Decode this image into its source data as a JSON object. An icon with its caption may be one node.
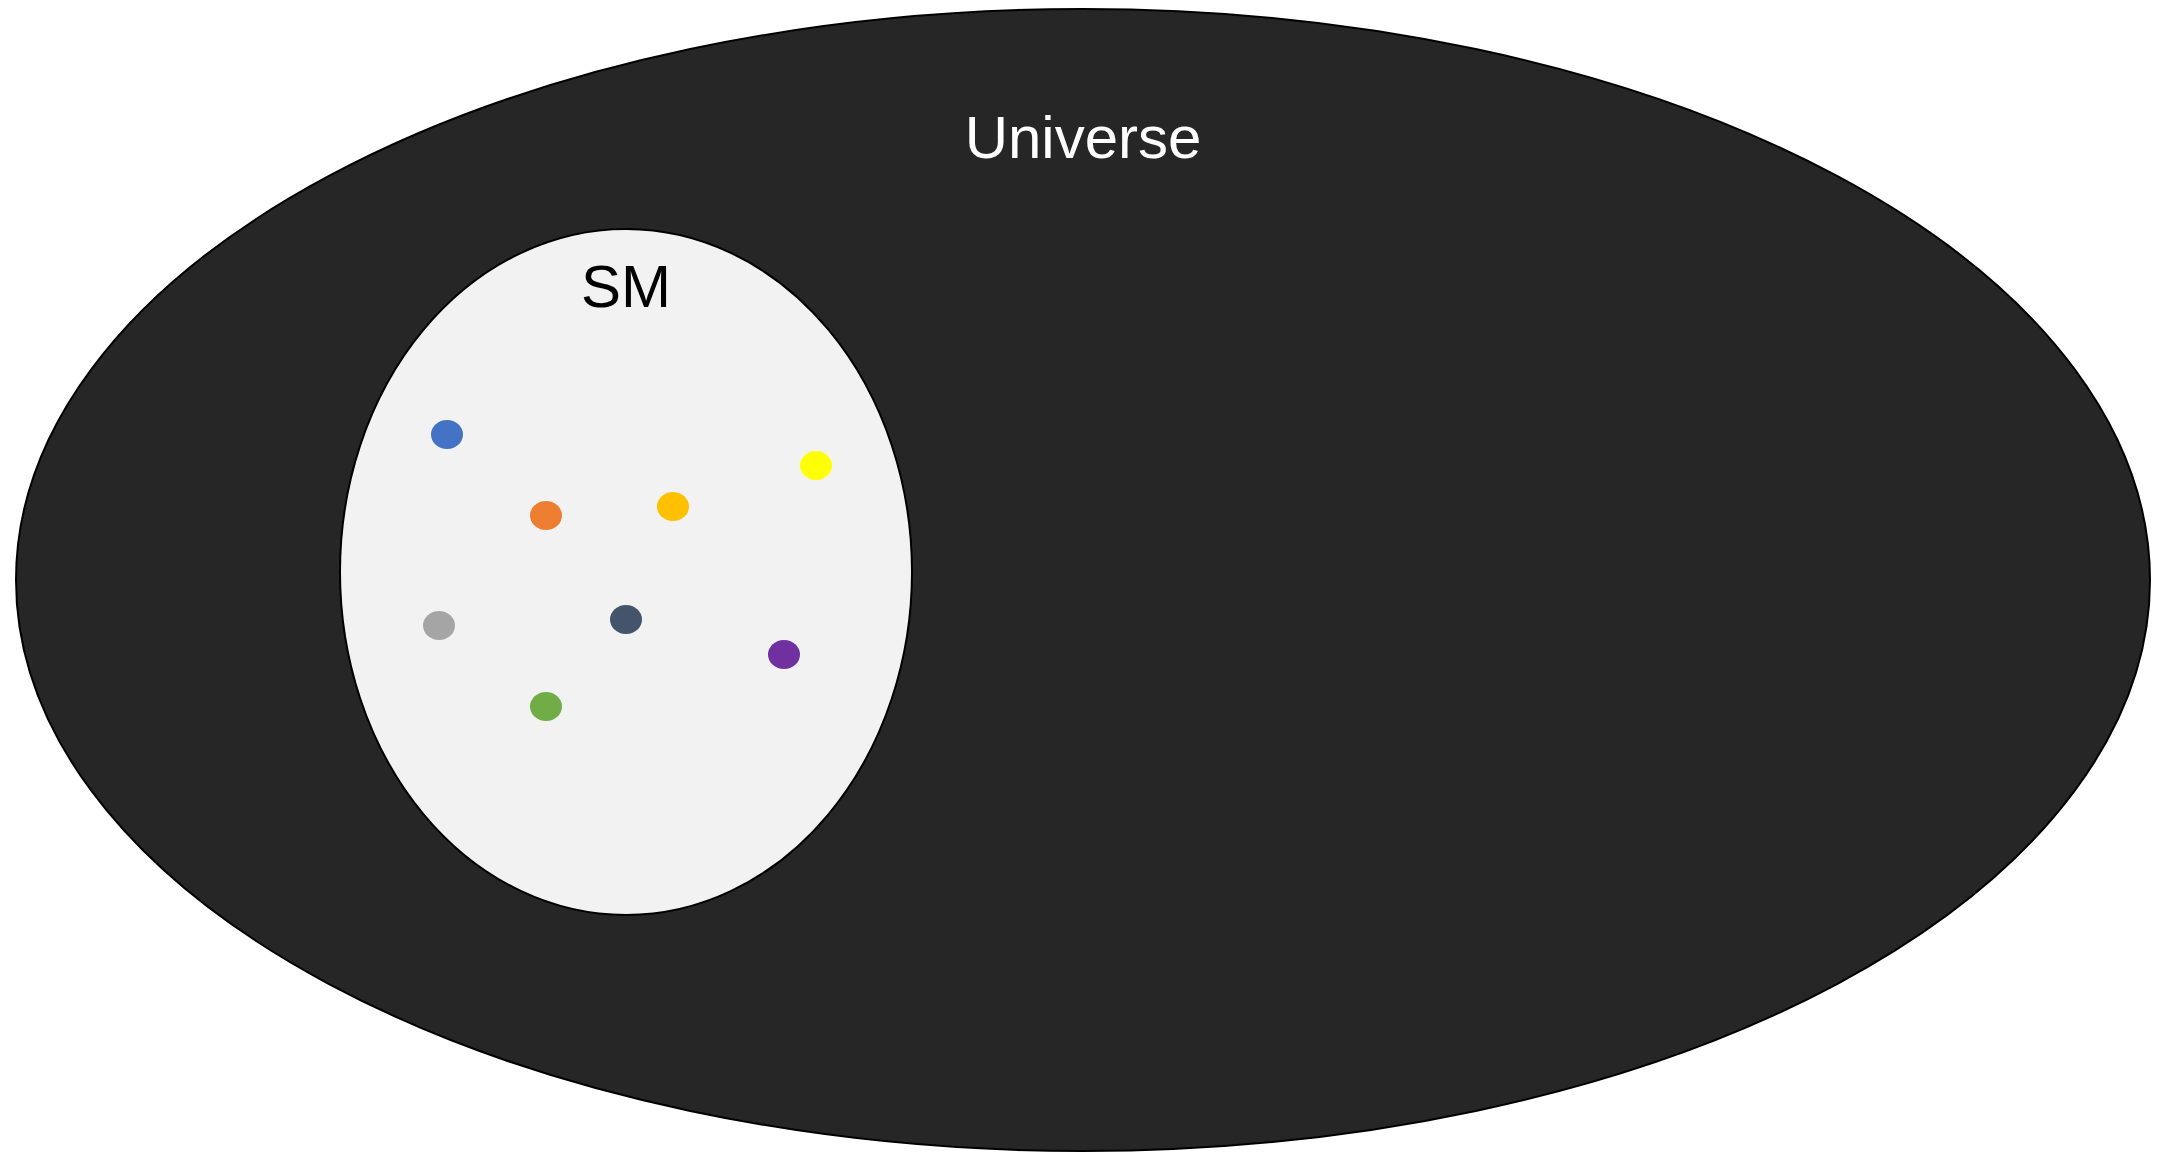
{
  "diagram": {
    "nodes": [
      {
        "text": [
          "Universe"
        ]
      },
      {
        "text": [
          "SM"
        ],
        "in": 0
      },
      {
        "text": [],
        "shape": "circle",
        "in": 1
      },
      {
        "text": [],
        "shape": "circle",
        "in": 1
      },
      {
        "text": [],
        "shape": "circle",
        "in": 1
      },
      {
        "text": [],
        "shape": "circle",
        "in": 1
      },
      {
        "text": [],
        "shape": "circle",
        "in": 1
      },
      {
        "text": [],
        "shape": "circle",
        "in": 1
      },
      {
        "text": [],
        "shape": "circle",
        "in": 1
      },
      {
        "text": [],
        "shape": "circle",
        "in": 1
      }
    ]
  }
}
